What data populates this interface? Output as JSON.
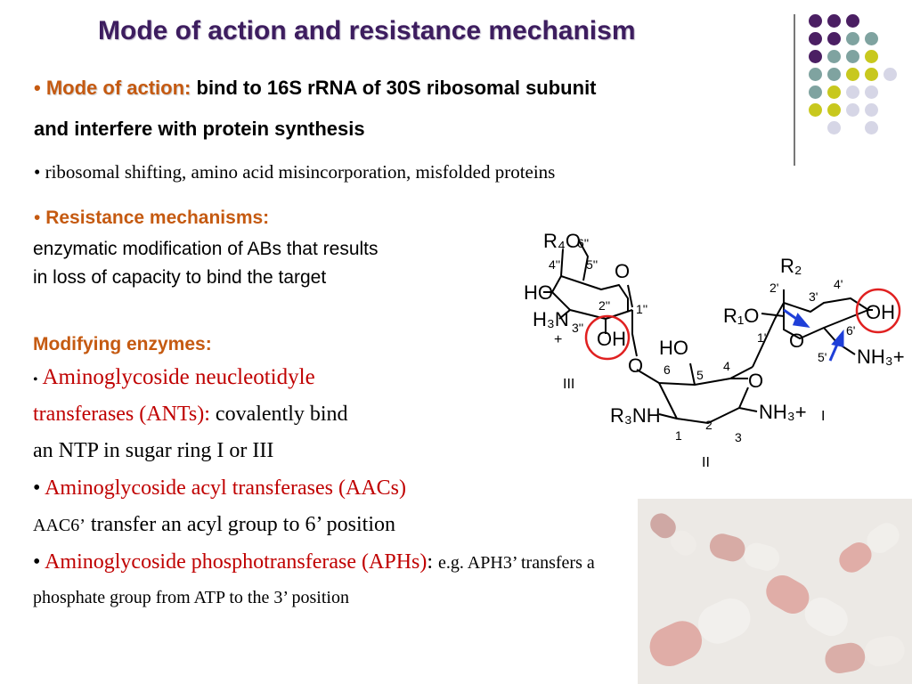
{
  "slide": {
    "title": "Mode of action and resistance mechanism",
    "mode": {
      "bullet": "•",
      "label": "Mode of action:",
      "text1": "bind to 16S rRNA of 30S ribosomal subunit",
      "text2": "and interfere with protein synthesis",
      "sub_bullet": "•",
      "sub_text": "ribosomal shifting, amino acid misincorporation, misfolded proteins"
    },
    "resistance": {
      "bullet": "•",
      "label": "Resistance mechanisms:",
      "line1": "enzymatic modification of ABs that results",
      "line2": "in loss of capacity to bind the target"
    },
    "enzymes": {
      "heading": "Modifying enzymes:",
      "ant_bullet": "•",
      "ant_name1": "Aminoglycoside neucleotidyle",
      "ant_name2": "transferases (ANTs):",
      "ant_desc1": "covalently bind",
      "ant_desc2": "an NTP in sugar ring I or III",
      "aac_bullet": "•",
      "aac_name": "Aminoglycoside acyl transferases (AACs)",
      "aac_sub": "AAC6’",
      "aac_desc": "transfer an acyl group to 6’ position",
      "aph_bullet": "•",
      "aph_name": "Aminoglycoside phosphotransferase (APHs)",
      "aph_colon": ":",
      "aph_desc1": "e.g. APH3’ transfers a",
      "aph_desc2": "phosphate group from ATP to the 3’ position"
    },
    "structure": {
      "labels": {
        "r4o": "R₄O",
        "c6pp": "6''",
        "c4pp": "4''",
        "c5pp": "5''",
        "o_ring3": "O",
        "ho_left": "HO",
        "h3n": "H₃N",
        "plus_left": "+",
        "c3pp": "3''",
        "c2pp": "2''",
        "c1pp": "1''",
        "oh_ring3": "OH",
        "o_link1": "O",
        "ring3": "III",
        "ho_mid": "HO",
        "c6": "6",
        "c5": "5",
        "c4": "4",
        "o_link2": "O",
        "r3nh": "R₃NH",
        "c1": "1",
        "c2": "2",
        "c3": "3",
        "nh3_mid": "NH₃+",
        "ring1": "I",
        "ring2": "II",
        "r2": "R₂",
        "c2p": "2'",
        "c3p": "3'",
        "c4p": "4'",
        "r1o": "R₁O",
        "c1p": "1'",
        "o_ring1": "O",
        "oh_ring1": "OH",
        "c6p": "6'",
        "c5p": "5'",
        "nh3_right": "NH₃+"
      }
    },
    "colors": {
      "title": "#3d1d5f",
      "accent_orange": "#c55a11",
      "accent_red": "#c00000",
      "dot_purple": "#4b1f63",
      "dot_teal": "#7fa3a0",
      "dot_lime": "#c8c81e",
      "dot_lavender": "#d6d6e6",
      "circle_red": "#e02020",
      "arrow_blue": "#1f3fd8"
    },
    "decor": {
      "dot_grid": [
        [
          "purple",
          "purple",
          "purple",
          "",
          ""
        ],
        [
          "purple",
          "purple",
          "teal",
          "teal",
          ""
        ],
        [
          "purple",
          "teal",
          "teal",
          "lime",
          ""
        ],
        [
          "teal",
          "teal",
          "lime",
          "lime",
          "lavender"
        ],
        [
          "teal",
          "lime",
          "lavender",
          "lavender",
          ""
        ],
        [
          "lime",
          "lime",
          "lavender",
          "lavender",
          ""
        ],
        [
          "",
          "lavender",
          "",
          "lavender",
          ""
        ]
      ],
      "photo_icon": "capsules-photo"
    }
  }
}
